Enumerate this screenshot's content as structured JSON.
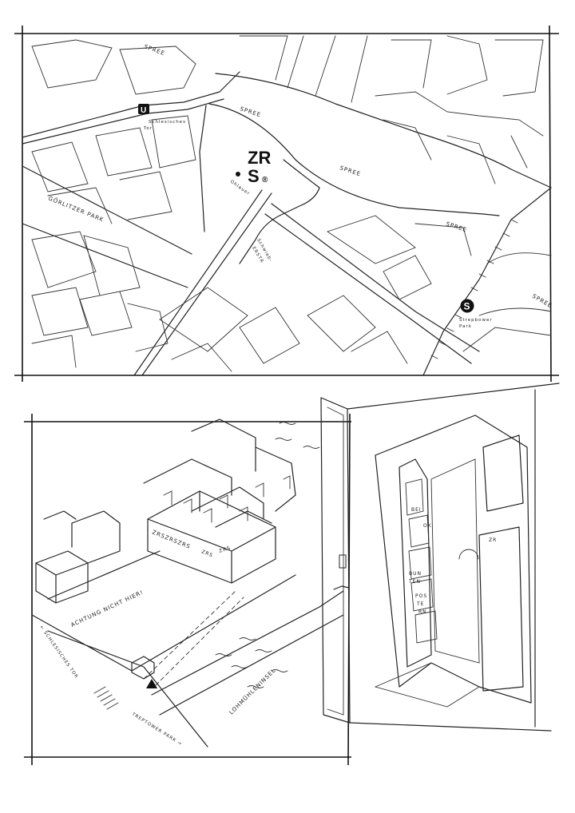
{
  "map": {
    "logo_line1": "ZR",
    "logo_line2": "S",
    "logo_mark": "®",
    "labels": {
      "spree_1": "SPREE",
      "spree_2": "SPREE",
      "spree_3": "SPREE",
      "spree_4": "SPREE",
      "spree_5": "SPREE",
      "goerlitzer_park": "GÖRLITZER PARK",
      "ubahn_letter": "U",
      "ubahn_station_line1": "Schlesisches",
      "ubahn_station_line2": "Tor",
      "street_oval": "Ohlauer",
      "street_schwieb": "Schwieb-",
      "street_schwieb2": "ERSTR",
      "sbahn_letter": "S",
      "sbahn_line1": "Strepbower",
      "sbahn_line2": "Park"
    }
  },
  "isometric": {
    "building_label": "ZRSZRSZRS",
    "building_label_short": "ZRS",
    "zrs_wing": "ZRS",
    "warning": "ACHTUNG NICHT HIER!",
    "arrow_left": "← SCHLESISCHES TOR",
    "treptower": "TREPTOWER PARK →",
    "island": "LOHMÜHLENINSEL"
  },
  "door": {
    "poster_words": [
      "BEI",
      "OK",
      "BUN",
      "TEN",
      "POS",
      "TE",
      "RN",
      "ZR"
    ]
  },
  "icons": {
    "ubahn": "u-bahn-icon",
    "sbahn": "s-bahn-icon",
    "location": "location-dot-icon"
  }
}
